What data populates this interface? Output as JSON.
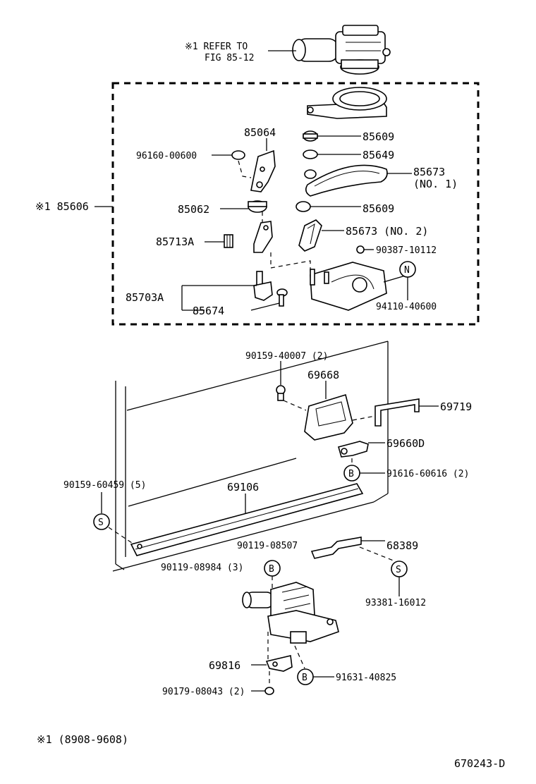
{
  "refer_note": {
    "line1": "※1 REFER TO",
    "line2": "FIG 85-12"
  },
  "assembly_label": "※1 85606",
  "labels": {
    "p85064": "85064",
    "p96160": "96160-00600",
    "p85062": "85062",
    "p85713A": "85713A",
    "p85703A": "85703A",
    "p85674": "85674",
    "p85609a": "85609",
    "p85649": "85649",
    "p85673a": "85673",
    "p85673a_no": "(NO. 1)",
    "p85609b": "85609",
    "p85673b": "85673 (NO. 2)",
    "p90387": "90387-10112",
    "p94110": "94110-40600",
    "p90159_40007": "90159-40007 (2)",
    "p69668": "69668",
    "p69719": "69719",
    "p69660D": "69660D",
    "p91616": "91616-60616 (2)",
    "p90159_60459": "90159-60459 (5)",
    "p69106": "69106",
    "p90119_08507": "90119-08507",
    "p68389": "68389",
    "p90119_08984": "90119-08984 (3)",
    "p93381": "93381-16012",
    "p69816": "69816",
    "p91631": "91631-40825",
    "p90179": "90179-08043 (2)"
  },
  "markers": {
    "n": "N",
    "s1": "S",
    "s2": "S",
    "b1": "B",
    "b2": "B",
    "b3": "B"
  },
  "footnote": "※1  (8908-9608)",
  "figure_code": "670243-D"
}
